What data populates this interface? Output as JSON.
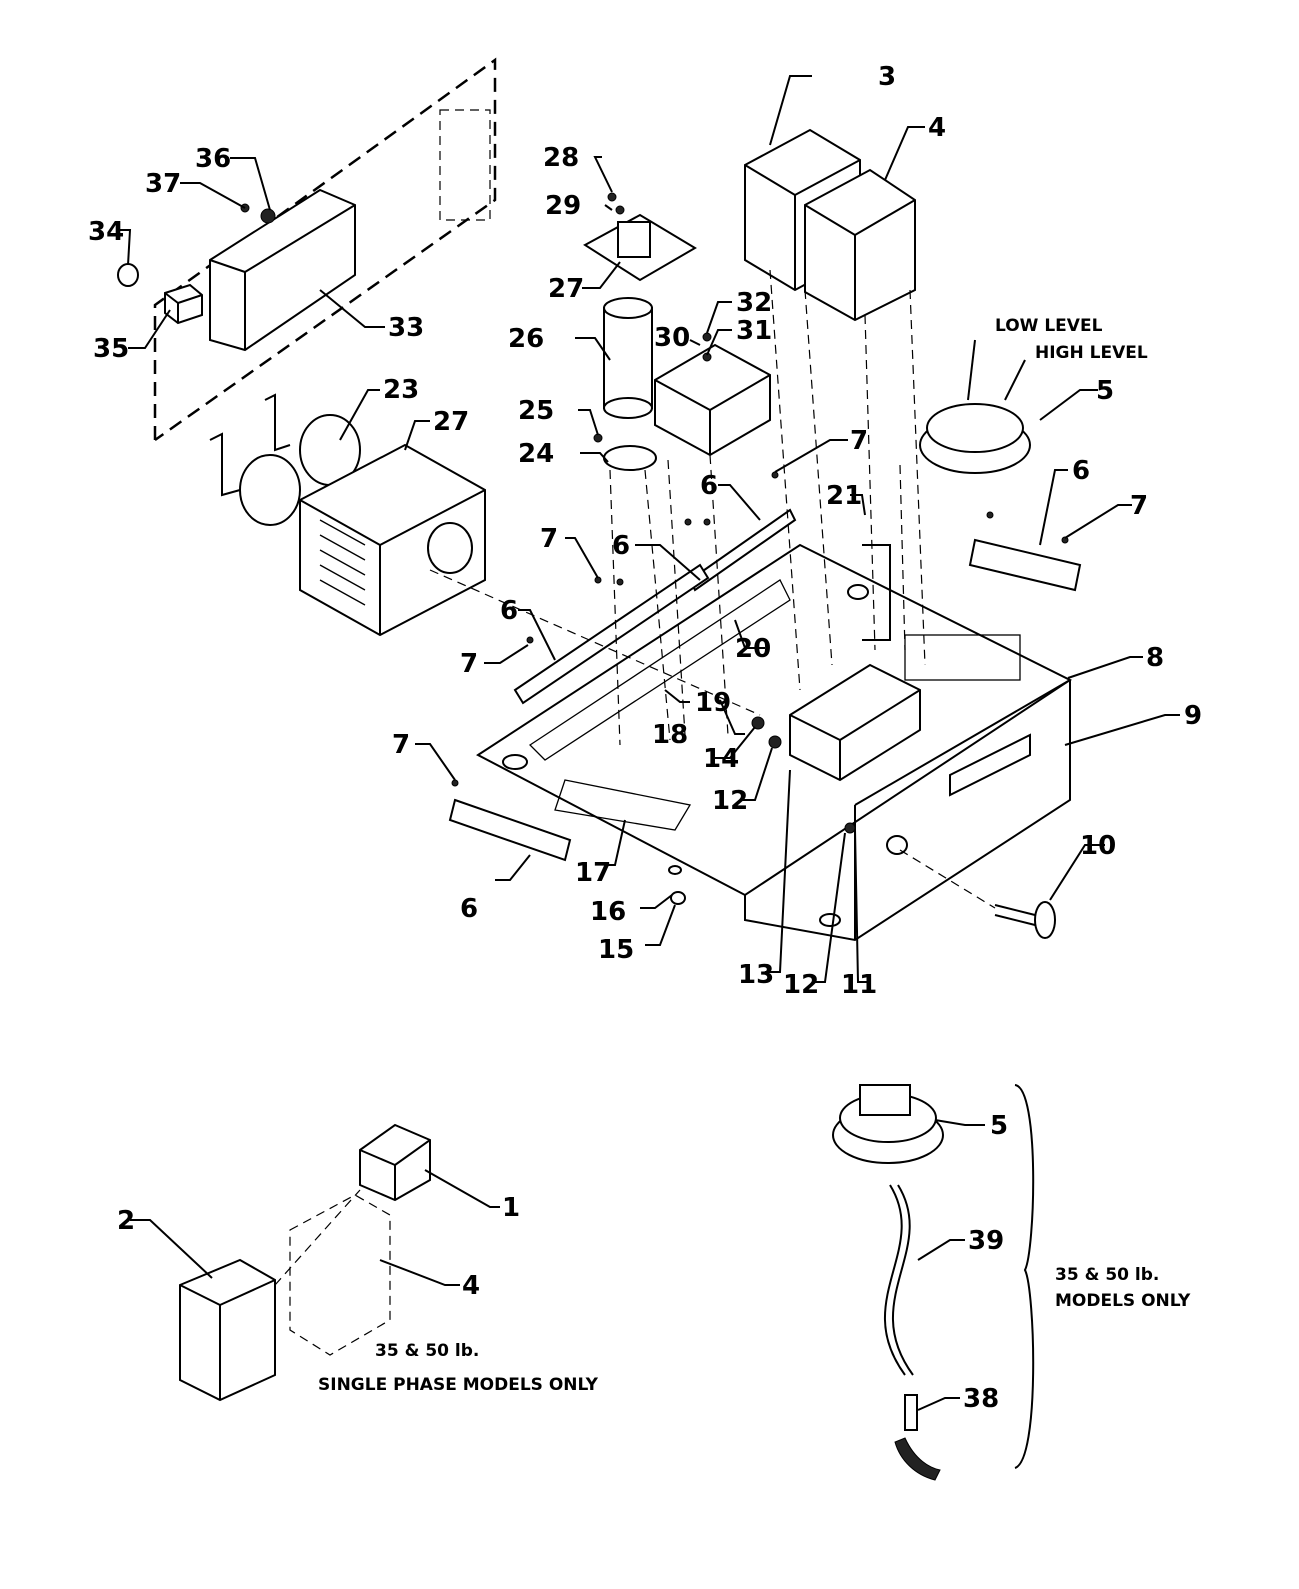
{
  "callouts": {
    "c1": "1",
    "c2": "2",
    "c3": "3",
    "c4_top": "4",
    "c4_bottom": "4",
    "c5_top": "5",
    "c5_bottom": "5",
    "c6_a": "6",
    "c6_b": "6",
    "c6_c": "6",
    "c6_d": "6",
    "c6_e": "6",
    "c7_a": "7",
    "c7_b": "7",
    "c7_c": "7",
    "c7_d": "7",
    "c7_e": "7",
    "c8": "8",
    "c9": "9",
    "c10": "10",
    "c11": "11",
    "c12_a": "12",
    "c12_b": "12",
    "c13": "13",
    "c14": "14",
    "c15": "15",
    "c16": "16",
    "c17": "17",
    "c18": "18",
    "c19": "19",
    "c20": "20",
    "c21": "21",
    "c23": "23",
    "c24": "24",
    "c25": "25",
    "c26": "26",
    "c27_a": "27",
    "c27_b": "27",
    "c28": "28",
    "c29": "29",
    "c30": "30",
    "c31": "31",
    "c32": "32",
    "c33": "33",
    "c34": "34",
    "c35": "35",
    "c36": "36",
    "c37": "37",
    "c38": "38",
    "c39": "39"
  },
  "notes": {
    "low_level": "LOW LEVEL",
    "high_level": "HIGH LEVEL",
    "single_phase_line1": "35 & 50 lb.",
    "single_phase_line2": "SINGLE PHASE MODELS ONLY",
    "models_line1": "35 & 50 lb.",
    "models_line2": "MODELS ONLY"
  }
}
